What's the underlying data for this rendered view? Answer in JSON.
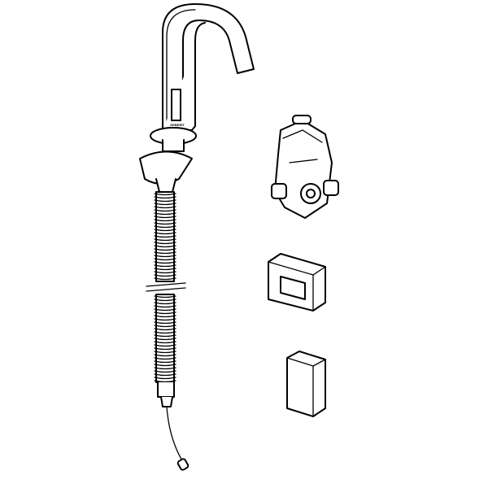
{
  "drawing": {
    "logo_text": "GEBERIT",
    "parts": [
      "faucet",
      "flexible-hose",
      "control-unit",
      "battery-cover",
      "power-unit"
    ],
    "line_color": "#000000",
    "background": "#ffffff"
  }
}
